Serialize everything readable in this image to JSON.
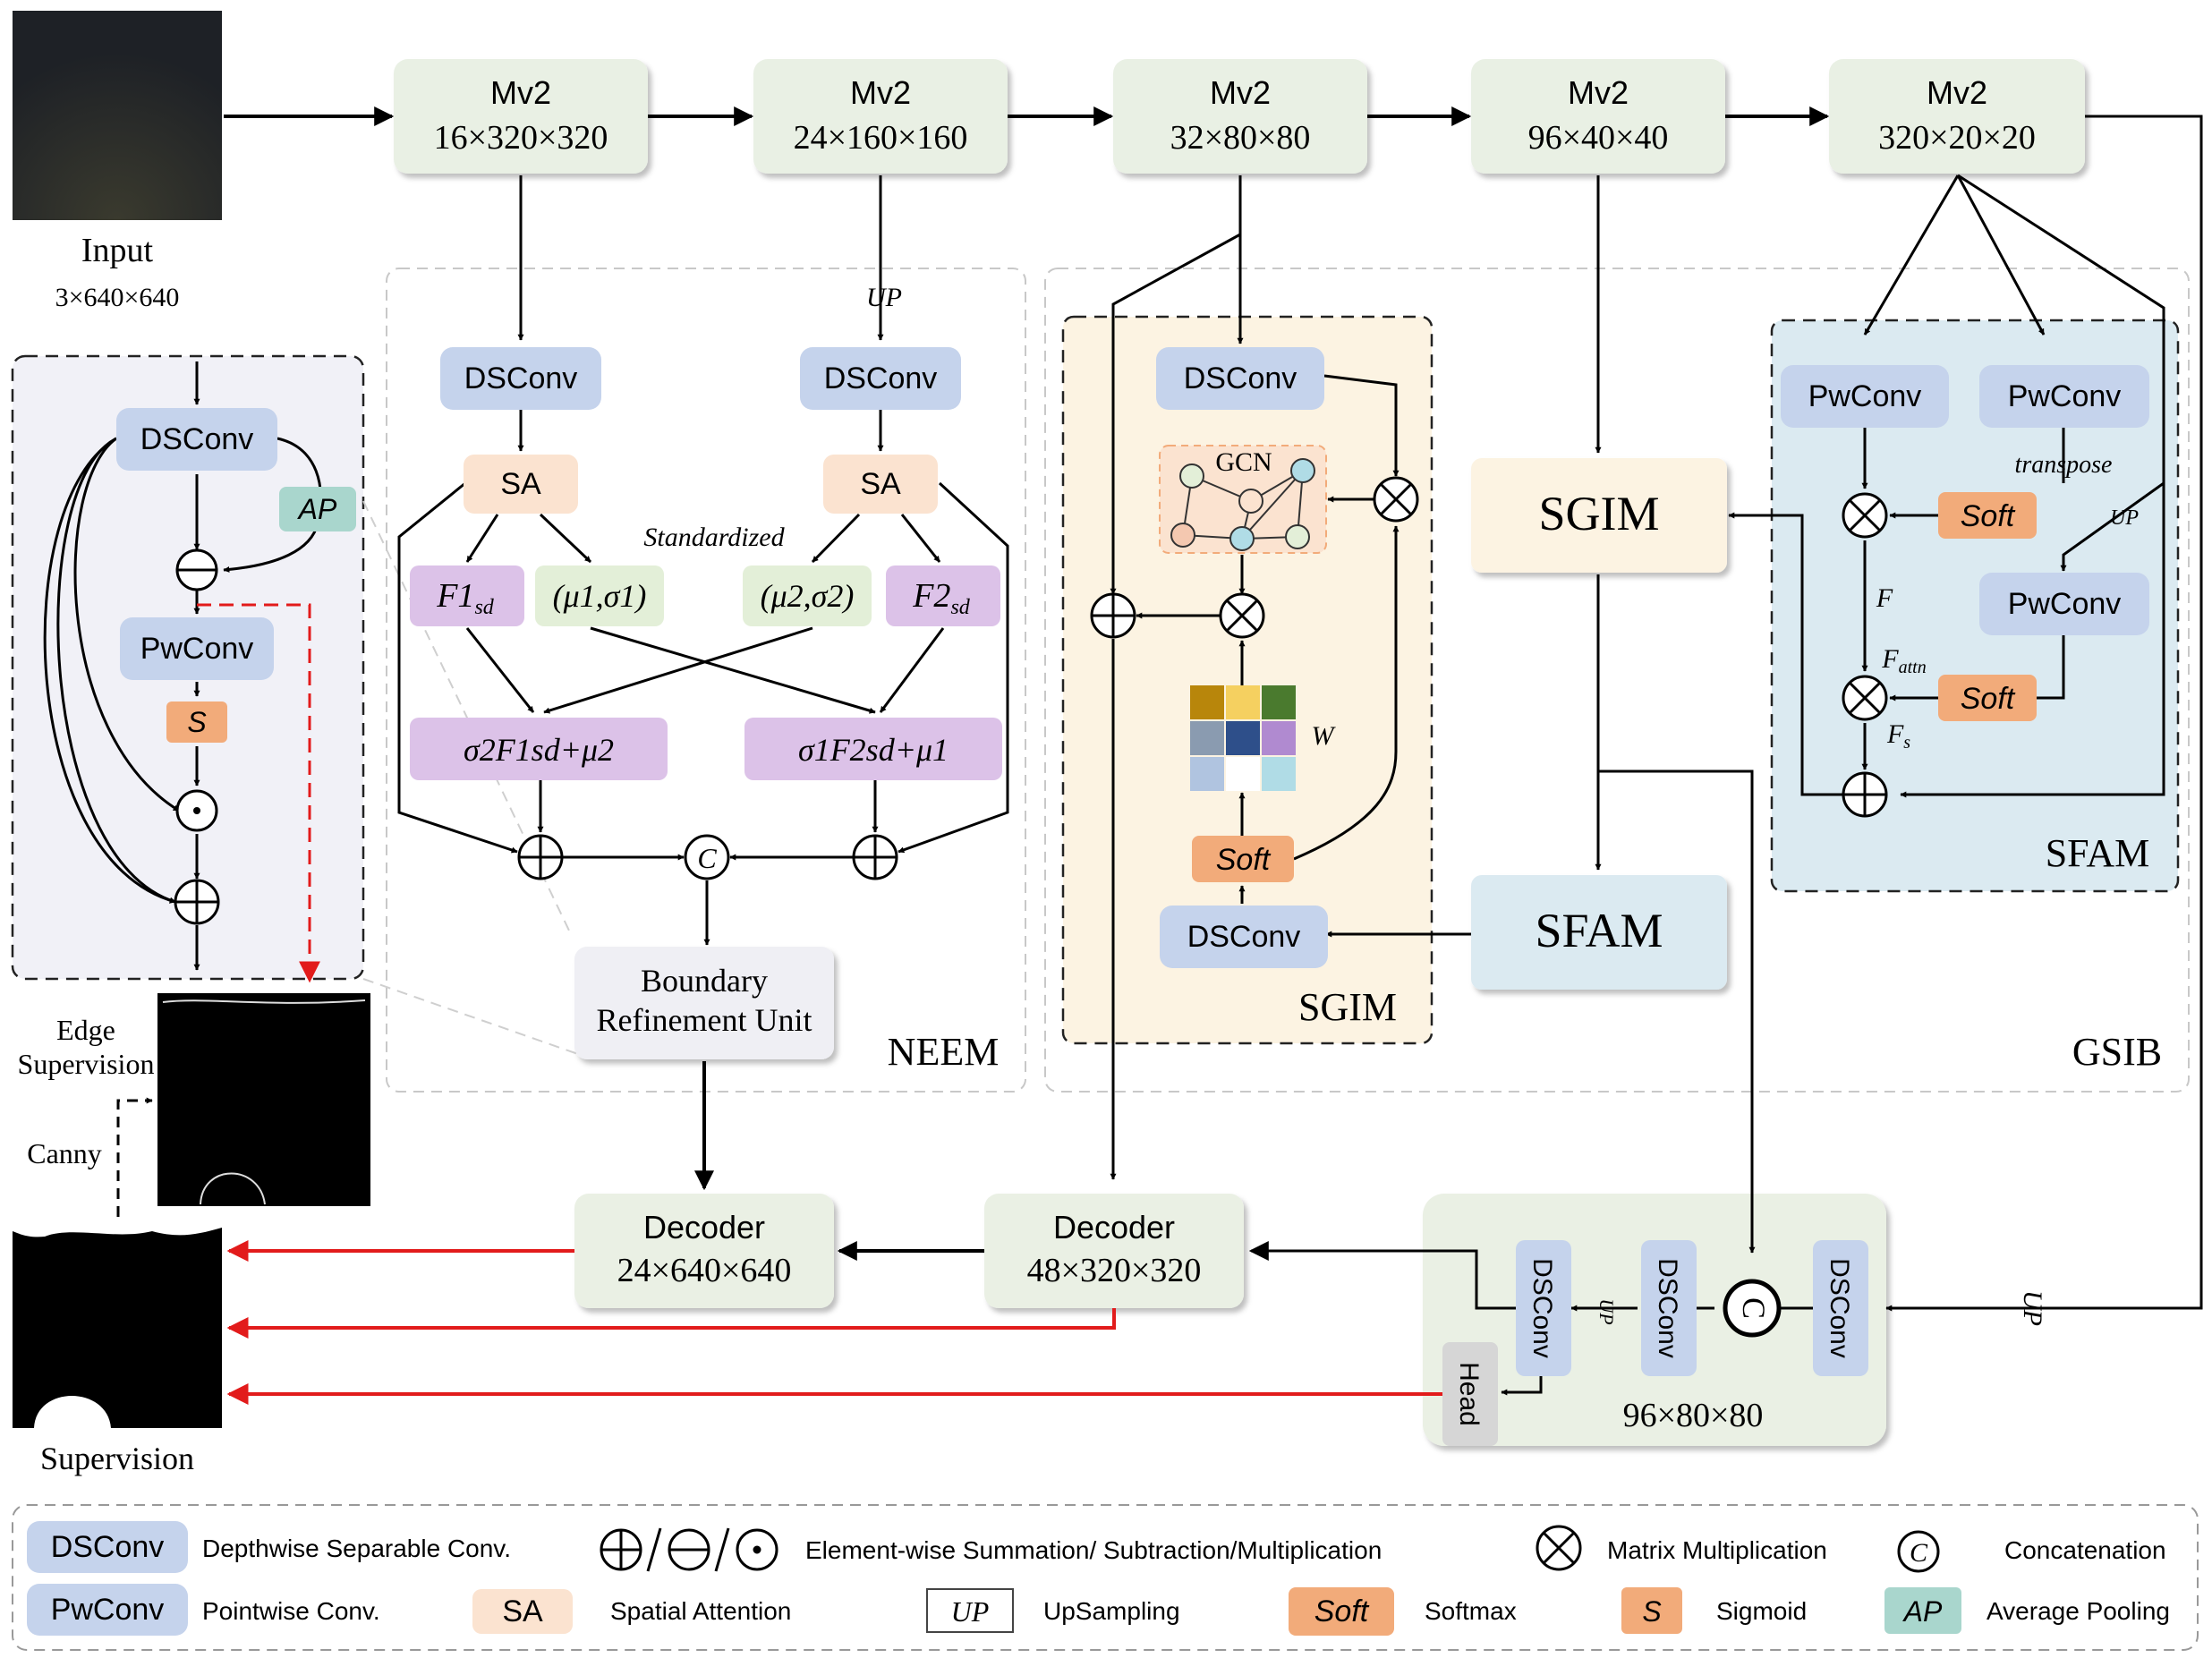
{
  "input": {
    "label": "Input",
    "shape": "3×640×640"
  },
  "backbone": [
    {
      "name": "Mv2",
      "shape": "16×320×320"
    },
    {
      "name": "Mv2",
      "shape": "24×160×160"
    },
    {
      "name": "Mv2",
      "shape": "32×80×80"
    },
    {
      "name": "Mv2",
      "shape": "96×40×40"
    },
    {
      "name": "Mv2",
      "shape": "320×20×20"
    }
  ],
  "edge_block": {
    "dsconv": "DSConv",
    "ap": "AP",
    "pwconv": "PwConv",
    "s": "S"
  },
  "neem": {
    "title": "NEEM",
    "up": "UP",
    "dsconv": "DSConv",
    "sa": "SA",
    "standardized": "Standardized",
    "f1sd": "F1",
    "f1sd_sub": "sd",
    "f2sd": "F2",
    "f2sd_sub": "sd",
    "mu1sigma1": "(μ1,σ1)",
    "mu2sigma2": "(μ2,σ2)",
    "mix1": "σ2F1sd+μ2",
    "mix2": "σ1F2sd+μ1",
    "concat": "C",
    "bru_line1": "Boundary",
    "bru_line2": "Refinement Unit"
  },
  "sgim_detail": {
    "title": "SGIM",
    "dsconv_top": "DSConv",
    "gcn": "GCN",
    "w": "W",
    "soft": "Soft",
    "dsconv_bottom": "DSConv",
    "heatmap_colors": [
      "#b8860b",
      "#f5d060",
      "#4a7a2e",
      "#8a9bb0",
      "#2e4f8a",
      "#b08ad0",
      "#b0c4e0",
      "#ffffff",
      "#b0dce6"
    ]
  },
  "gsib": {
    "title": "GSIB",
    "sgim": "SGIM",
    "sfam": "SFAM"
  },
  "sfam_detail": {
    "title": "SFAM",
    "pwconv1": "PwConv",
    "pwconv2": "PwConv",
    "pwconv3": "PwConv",
    "transpose": "transpose",
    "up": "UP",
    "soft1": "Soft",
    "soft2": "Soft",
    "f": "F",
    "fattn": "F",
    "fattn_sub": "attn",
    "fs": "F",
    "fs_sub": "s"
  },
  "decoders": [
    {
      "name": "Decoder",
      "shape": "24×640×640"
    },
    {
      "name": "Decoder",
      "shape": "48×320×320"
    }
  ],
  "fusion": {
    "dsconv1": "DSConv",
    "dsconv2": "DSConv",
    "dsconv3": "DSConv",
    "up": "UP",
    "concat": "C",
    "head": "Head",
    "shape": "96×80×80",
    "up_right": "UP"
  },
  "supervision": {
    "edge_line1": "Edge",
    "edge_line2": "Supervision",
    "canny": "Canny",
    "label": "Supervision"
  },
  "legend": [
    {
      "key": "DSConv",
      "desc": "Depthwise Separable Conv."
    },
    {
      "key": "PwConv",
      "desc": "Pointwise Conv."
    },
    {
      "key": "⊕/⊖/⊙",
      "desc": "Element-wise Summation/ Subtraction/Multiplication"
    },
    {
      "key": "SA",
      "desc": "Spatial Attention"
    },
    {
      "key": "UP",
      "desc": "UpSampling"
    },
    {
      "key": "⊗",
      "desc": "Matrix Multiplication"
    },
    {
      "key": "Soft",
      "desc": "Softmax"
    },
    {
      "key": "S",
      "desc": "Sigmoid"
    },
    {
      "key": "C",
      "desc": "Concatenation"
    },
    {
      "key": "AP",
      "desc": "Average Pooling"
    }
  ],
  "colors": {
    "mv2": "#e9f0e4",
    "dsconv": "#c5d3ec",
    "sa": "#fbe3d0",
    "purple": "#dcc2e8",
    "green_light": "#e3efd8",
    "soft": "#f2ab7a",
    "ap": "#a9d6cd",
    "sgim_bg": "#fcf3e2",
    "sfam_bg": "#dbeaf1",
    "fusion_bg": "#eaf0e4",
    "edge_bg": "#f1f1f7",
    "red": "#e21b1b"
  }
}
